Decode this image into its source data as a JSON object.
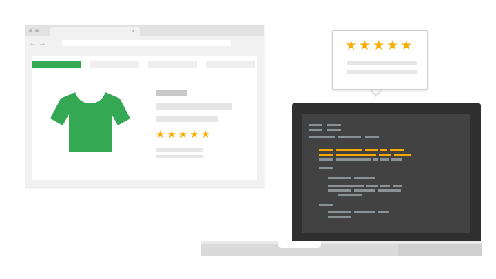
{
  "browser": {
    "tab_close_glyph": "×",
    "back_glyph": "←",
    "forward_glyph": "→",
    "nav_tabs": [
      {
        "name": "tab-1",
        "active": true
      },
      {
        "name": "tab-2",
        "active": false
      },
      {
        "name": "tab-3",
        "active": false
      },
      {
        "name": "tab-4",
        "active": false
      }
    ]
  },
  "product": {
    "icon": "tshirt-icon",
    "icon_color": "#34a853",
    "rating": 5,
    "star_glyph": "★",
    "star_color": "#f9ab00"
  },
  "review_bubble": {
    "rating": 5,
    "star_glyph": "★"
  },
  "laptop": {
    "screen_color": "#424242",
    "code_color": "#8a9296",
    "highlight_color": "#f6a800"
  }
}
